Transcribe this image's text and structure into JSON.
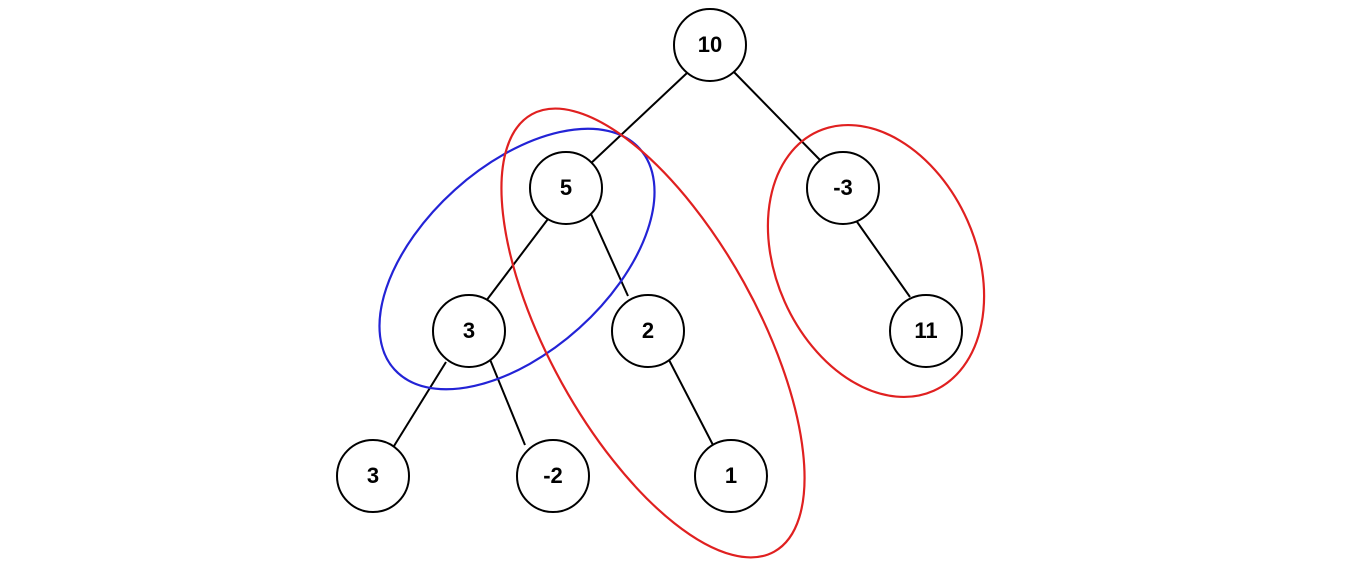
{
  "tree": {
    "nodes": [
      {
        "id": "n10",
        "value": "10"
      },
      {
        "id": "n5",
        "value": "5"
      },
      {
        "id": "nm3",
        "value": "-3"
      },
      {
        "id": "n3a",
        "value": "3"
      },
      {
        "id": "n2",
        "value": "2"
      },
      {
        "id": "n11",
        "value": "11"
      },
      {
        "id": "n3b",
        "value": "3"
      },
      {
        "id": "nm2",
        "value": "-2"
      },
      {
        "id": "n1",
        "value": "1"
      }
    ],
    "edges": [
      [
        "n10",
        "n5"
      ],
      [
        "n10",
        "nm3"
      ],
      [
        "n5",
        "n3a"
      ],
      [
        "n5",
        "n2"
      ],
      [
        "nm3",
        "n11"
      ],
      [
        "n3a",
        "n3b"
      ],
      [
        "n3a",
        "nm2"
      ],
      [
        "n2",
        "n1"
      ]
    ]
  },
  "highlights": [
    {
      "name": "path-5-3",
      "color": "#2323d6",
      "nodes": [
        "n5",
        "n3a"
      ]
    },
    {
      "name": "path-5-2-1",
      "color": "#e02020",
      "nodes": [
        "n5",
        "n2",
        "n1"
      ]
    },
    {
      "name": "path-minus3-11",
      "color": "#e02020",
      "nodes": [
        "nm3",
        "n11"
      ]
    }
  ]
}
